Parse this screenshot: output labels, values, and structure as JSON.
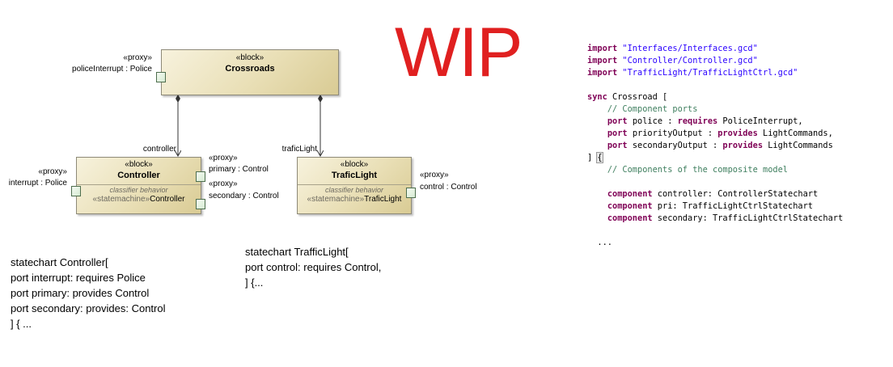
{
  "wip_label": "WIP",
  "diagram": {
    "crossroads": {
      "stereotype": "«block»",
      "name": "Crossroads",
      "port_stereotype": "«proxy»",
      "port_label": "policeInterrupt : Police"
    },
    "controller": {
      "stereotype": "«block»",
      "name": "Controller",
      "classifier": "classifier behavior",
      "sm_keyword": "«statemachine»",
      "sm_name": "Controller",
      "role": "controller",
      "interrupt_stereotype": "«proxy»",
      "interrupt_label": "interrupt : Police",
      "primary_stereotype": "«proxy»",
      "primary_label": "primary : Control",
      "secondary_stereotype": "«proxy»",
      "secondary_label": "secondary : Control"
    },
    "traficlight": {
      "stereotype": "«block»",
      "name": "TraficLight",
      "classifier": "classifier behavior",
      "sm_keyword": "«statemachine»",
      "sm_name": "TraficLight",
      "role": "traficLight",
      "control_stereotype": "«proxy»",
      "control_label": "control : Control"
    }
  },
  "notes": {
    "controller": [
      "statechart Controller[",
      "port interrupt: requires Police",
      "port primary: provides Control",
      "port secondary: provides: Control",
      "] { ..."
    ],
    "trafficlight": [
      "statechart TrafficLight[",
      "port control: requires Control,",
      "] {..."
    ]
  },
  "code": {
    "kw_import": "import",
    "imports": [
      "\"Interfaces/Interfaces.gcd\"",
      "\"Controller/Controller.gcd\"",
      "\"TrafficLight/TrafficLightCtrl.gcd\""
    ],
    "kw_sync": "sync",
    "sync_rest": " Crossroad [",
    "comment_ports": "// Component ports",
    "kw_port": "port",
    "ports": [
      {
        "name": " police : ",
        "dir": "requires",
        "type": " PoliceInterrupt,"
      },
      {
        "name": " priorityOutput : ",
        "dir": "provides",
        "type": " LightCommands,"
      },
      {
        "name": " secondaryOutput : ",
        "dir": "provides",
        "type": " LightCommands"
      }
    ],
    "close_bracket": "] ",
    "open_brace": "{",
    "comment_components": "// Components of the composite model",
    "kw_component": "component",
    "components": [
      " controller: ControllerStatechart",
      " pri: TrafficLightCtrlStatechart",
      " secondary: TrafficLightCtrlStatechart"
    ],
    "ellipsis": "..."
  }
}
